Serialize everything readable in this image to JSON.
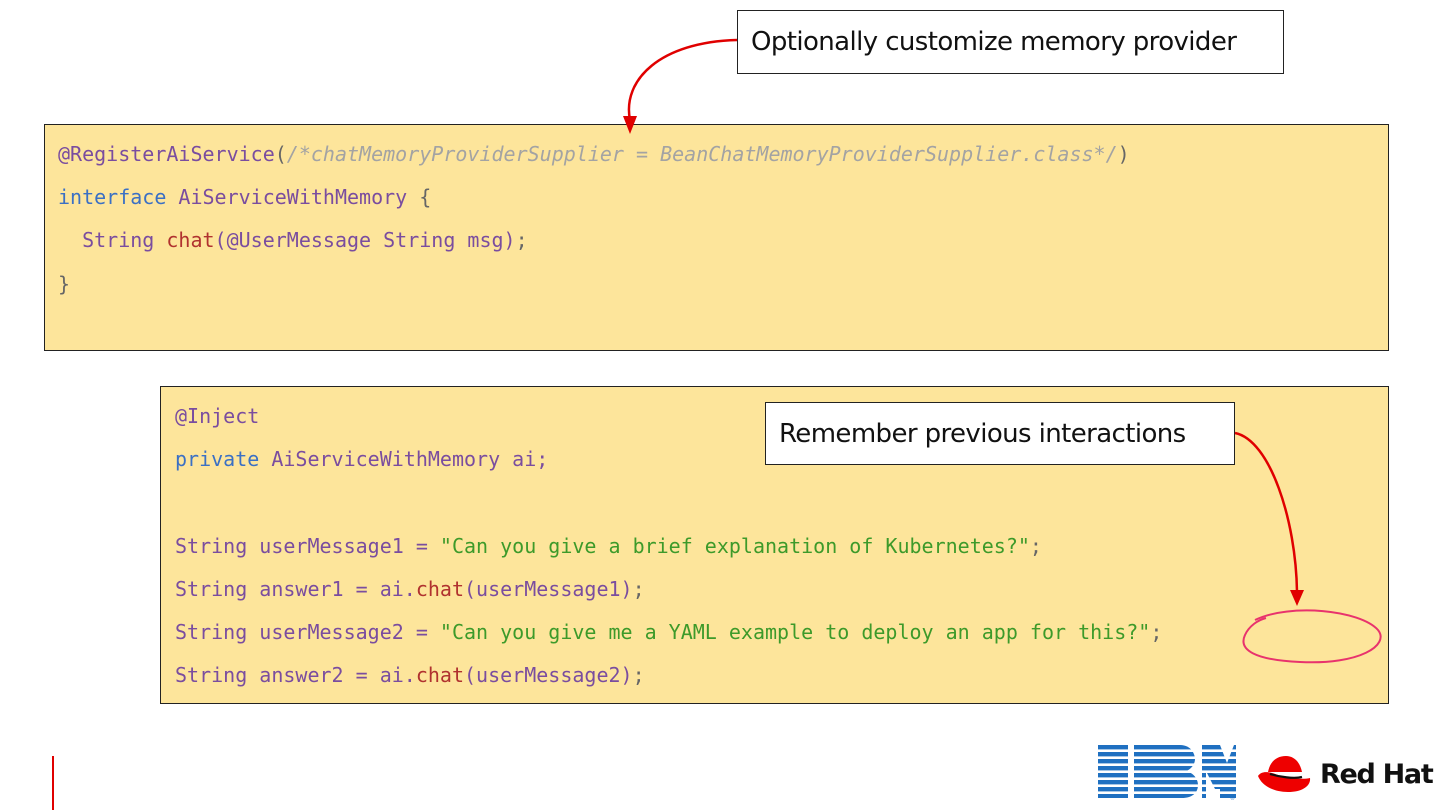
{
  "callouts": {
    "memory_provider": "Optionally customize memory provider",
    "remember": "Remember previous interactions"
  },
  "code_block_1": {
    "line1": {
      "annotation": "@RegisterAiService",
      "open": "(",
      "comment": "/*chatMemoryProviderSupplier = BeanChatMemoryProviderSupplier.class*/",
      "close": ")"
    },
    "line2": {
      "keyword": "interface",
      "name": " AiServiceWithMemory",
      "brace": " {"
    },
    "line3": {
      "type": "  String ",
      "method": "chat",
      "params": "(@UserMessage String msg)",
      "semi": ";"
    },
    "line4": "}"
  },
  "code_block_2": {
    "line1": "@Inject",
    "line2": {
      "keyword": "private",
      "rest": " AiServiceWithMemory ai;"
    },
    "line3": {
      "decl": "String userMessage1 = ",
      "string": "\"Can you give a brief explanation of Kubernetes?\"",
      "semi": ";"
    },
    "line4": {
      "decl": "String answer1 = ai.",
      "method": "chat",
      "args": "(userMessage1)",
      "semi": ";"
    },
    "line5": {
      "decl": "String userMessage2 = ",
      "string": "\"Can you give me a YAML example to deploy an app for this?\"",
      "semi": ";"
    },
    "line6": {
      "decl": "String answer2 = ai.",
      "method": "chat",
      "args": "(userMessage2)",
      "semi": ";"
    }
  },
  "logos": {
    "ibm": "IBM",
    "redhat": "Red Hat"
  },
  "colors": {
    "code_background": "#fde59b",
    "annotation": "#7a4d9f",
    "comment": "#a3a3a3",
    "keyword": "#3b70c4",
    "method": "#b0322f",
    "string": "#3d9a2a",
    "arrow": "#e00000",
    "highlight_circle": "#e8336d",
    "ibm_blue": "#1f70c1",
    "redhat_red": "#ee0000"
  }
}
